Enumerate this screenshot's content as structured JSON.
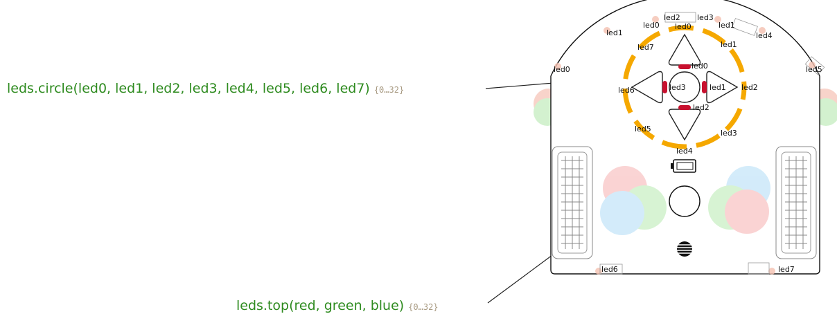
{
  "callouts": {
    "circle": {
      "text": "leds.circle(led0, led1, led2, led3, led4, led5, led6, led7)",
      "range": "{0…32}"
    },
    "top": {
      "text": "leds.top(red, green, blue)",
      "range": "{0…32}"
    }
  },
  "circle_labels": [
    "led0",
    "led1",
    "led2",
    "led3",
    "led4",
    "led5",
    "led6",
    "led7"
  ],
  "button_labels": [
    "led0",
    "led1",
    "led2",
    "led3"
  ],
  "prox_labels": [
    "led0",
    "led1",
    "led2",
    "led3",
    "led4",
    "led5"
  ],
  "bottom_labels": [
    "led6",
    "led7"
  ],
  "colors": {
    "green_text": "#2e8b1f",
    "range_text": "#a89a82",
    "circle_leds": "#f5a800",
    "button_leds": "#c8102e",
    "top_red": "#f4a0a0",
    "top_green": "#a8e6a0",
    "top_blue": "#a0d4f4"
  }
}
